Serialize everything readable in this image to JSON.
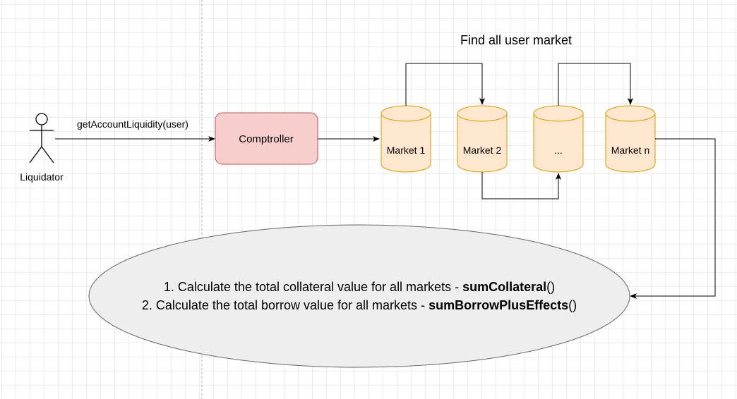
{
  "diagram": {
    "title": "Find all user market",
    "actor": {
      "label": "Liquidator"
    },
    "call_label": "getAccountLiquidity(user)",
    "comptroller": {
      "label": "Comptroller",
      "fill": "#f8cecc",
      "stroke": "#b85450"
    },
    "markets": [
      {
        "label": "Market 1"
      },
      {
        "label": "Market 2"
      },
      {
        "label": "..."
      },
      {
        "label": "Market n"
      }
    ],
    "market_colors": {
      "fill": "#ffe6cc",
      "stroke": "#d79b00"
    },
    "ellipse": {
      "fill": "#eeeeee",
      "stroke": "#666666",
      "line1": {
        "text": "1. Calculate the total collateral value for all markets - ",
        "bold": "sumCollateral",
        "suffix": "()"
      },
      "line2": {
        "text": "2. Calculate the total borrow value for all markets - ",
        "bold": "sumBorrowPlusEffects",
        "suffix": "()"
      }
    }
  }
}
